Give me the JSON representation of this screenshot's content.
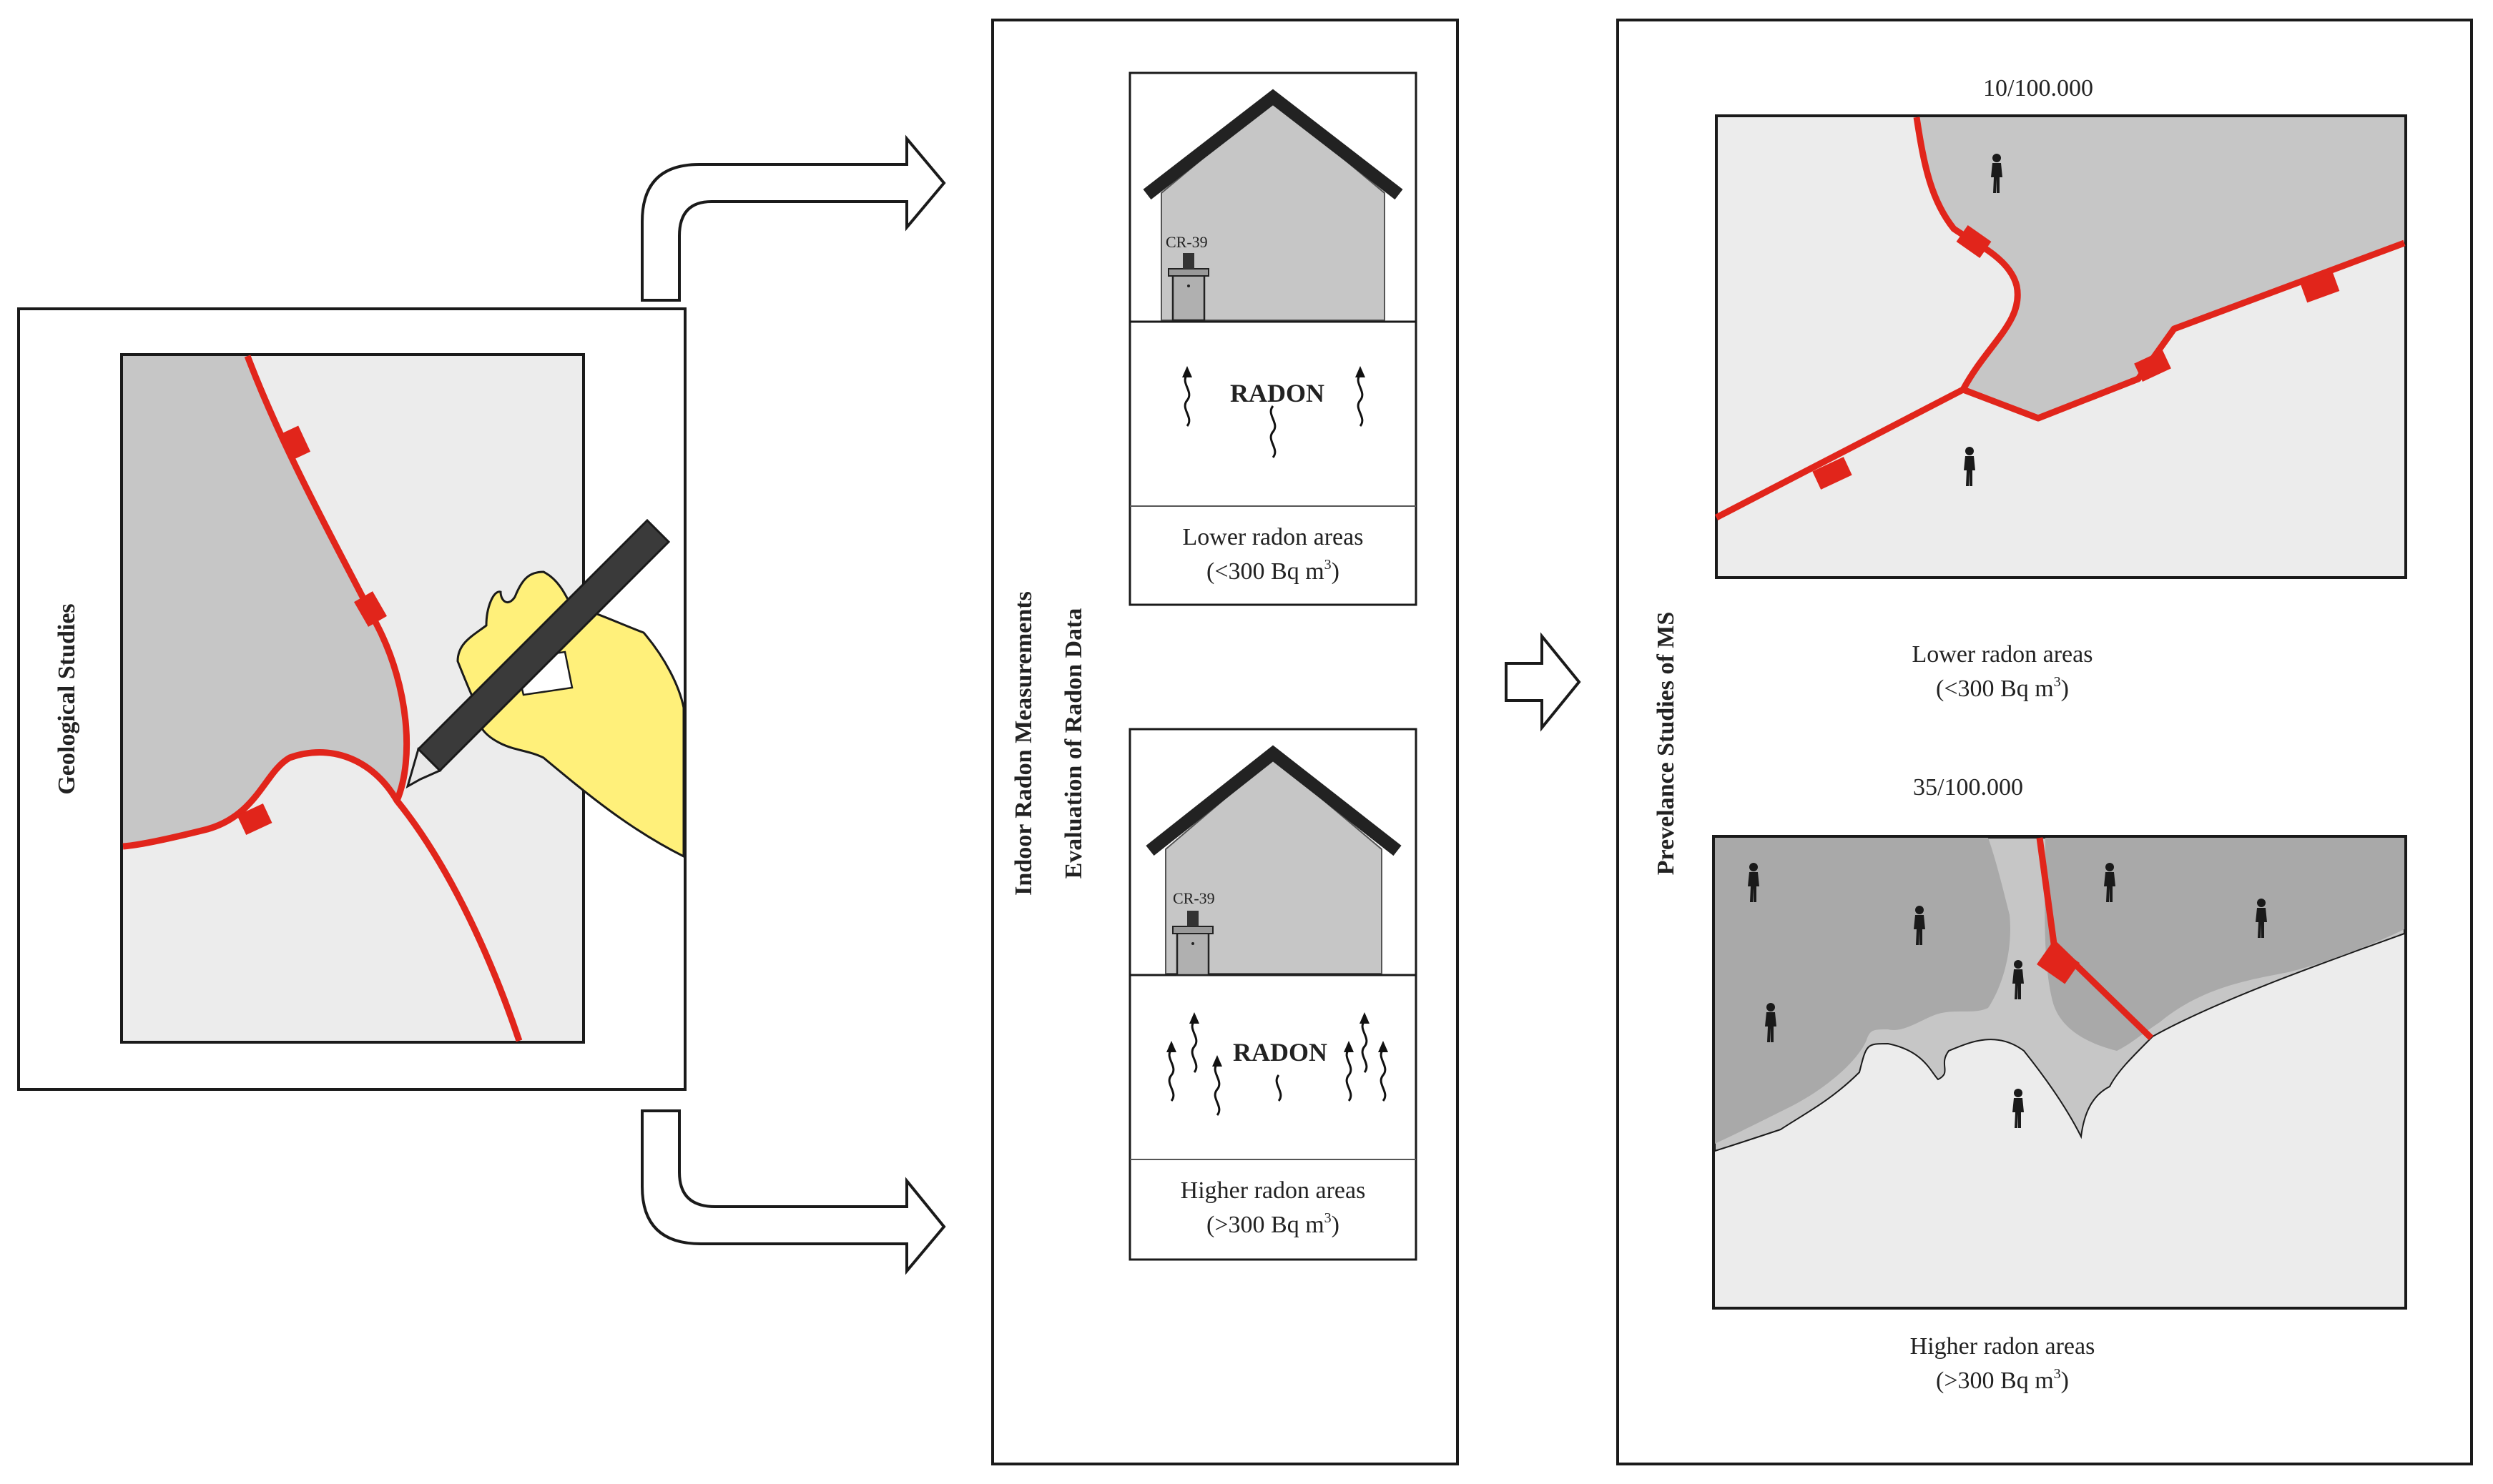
{
  "colors": {
    "fault_red": "#e1251b",
    "dark_fill": "#c6c6c6",
    "medium_fill": "#a9a9a9",
    "light_fill": "#ececec",
    "glove_yellow": "#fff07a",
    "pen_dark": "#3a3a3a",
    "roof": "#222222",
    "outline": "#1a1a1a"
  },
  "icons": [
    "fault-line-icon",
    "hand-icon",
    "pen-icon",
    "house-icon",
    "cr39-detector-icon",
    "radon-arrow-icon",
    "person-icon",
    "flow-arrow-icon"
  ],
  "panels": {
    "geology": {
      "title": "Geological Studies"
    },
    "radon": {
      "title_line1": "Indoor Radon Measurements",
      "title_line2": "Evaluation of Radon Data",
      "lower_house": {
        "detector_label": "CR-39",
        "gas_label": "RADON",
        "caption_line1": "Lower radon areas",
        "caption_line2": "(<300 Bq m",
        "caption_sup": "3",
        "caption_end": ")"
      },
      "higher_house": {
        "detector_label": "CR-39",
        "gas_label": "RADON",
        "caption_line1": "Higher radon areas",
        "caption_line2": "(>300 Bq m",
        "caption_sup": "3",
        "caption_end": ")"
      }
    },
    "prevalence": {
      "title": "Prevelance Studies of MS",
      "lower": {
        "rate": "10/100.000",
        "caption_line1": "Lower radon areas",
        "caption_line2": "(<300 Bq m",
        "caption_sup": "3",
        "caption_end": ")"
      },
      "higher": {
        "rate": "35/100.000",
        "caption_line1": "Higher radon areas",
        "caption_line2": "(>300 Bq m",
        "caption_sup": "3",
        "caption_end": ")"
      }
    }
  }
}
